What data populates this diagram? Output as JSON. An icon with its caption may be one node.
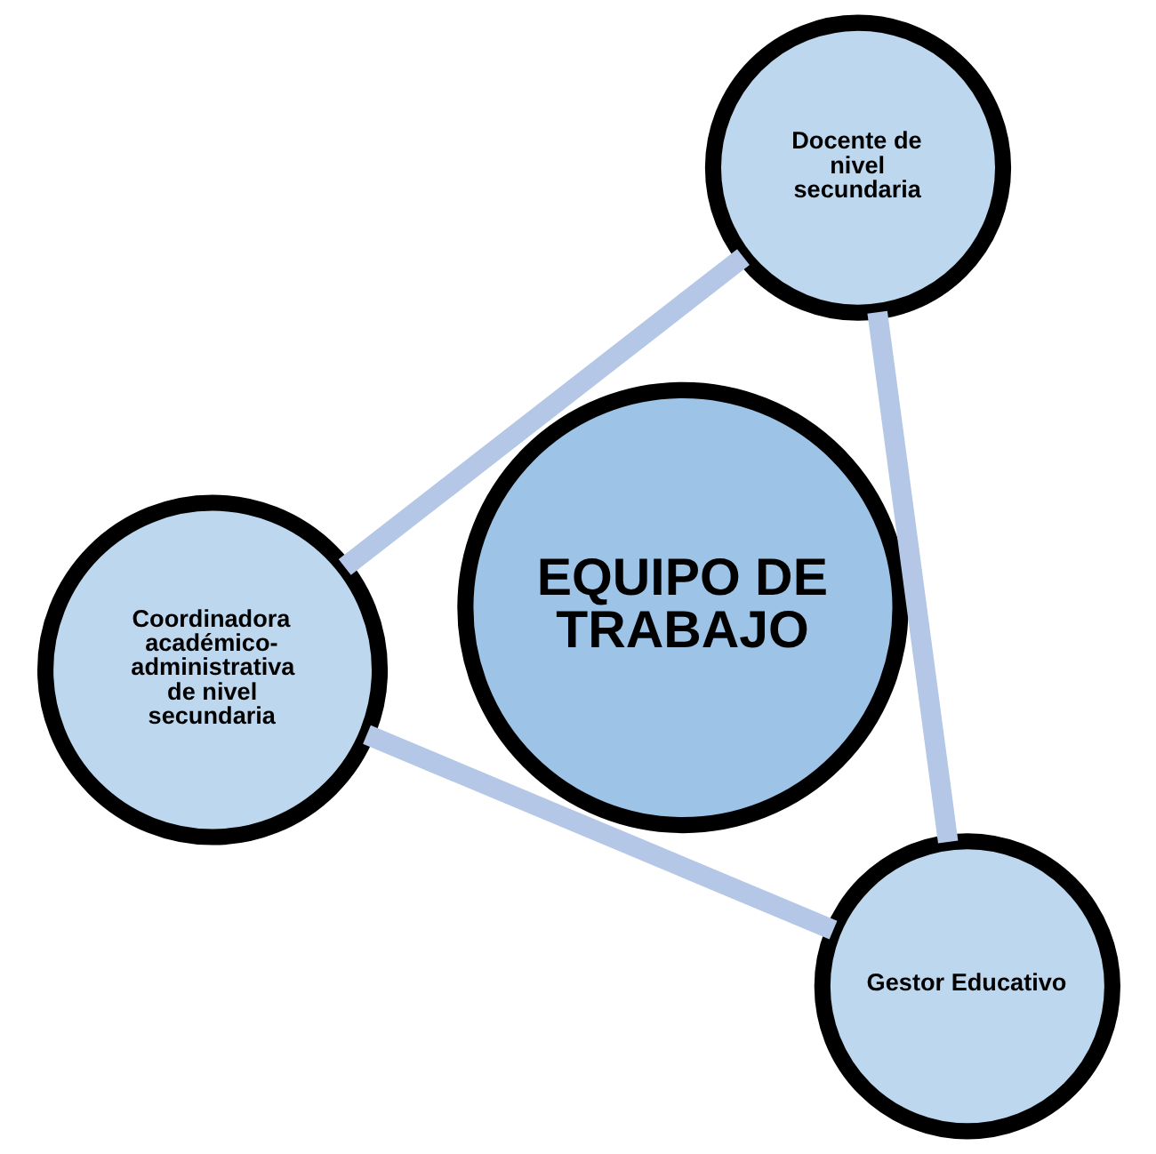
{
  "diagram": {
    "nodes": [
      {
        "text": [
          "Coordinadora académico-administrativa de nivel secundaria"
        ]
      },
      {
        "text": [
          "EQUIPO DE TRABAJO"
        ]
      },
      {
        "text": [
          "Gestor Educativo"
        ]
      },
      {
        "text": [
          "Docente de nivel secundaria"
        ]
      }
    ],
    "edges": [
      {
        "from": 0,
        "to": 3,
        "arrow": "none",
        "color": "#b4c7e7"
      },
      {
        "from": 3,
        "to": 2,
        "arrow": "none",
        "color": "#b4c7e7"
      },
      {
        "from": 2,
        "to": 0,
        "arrow": "none",
        "color": "#b4c7e7"
      }
    ]
  }
}
